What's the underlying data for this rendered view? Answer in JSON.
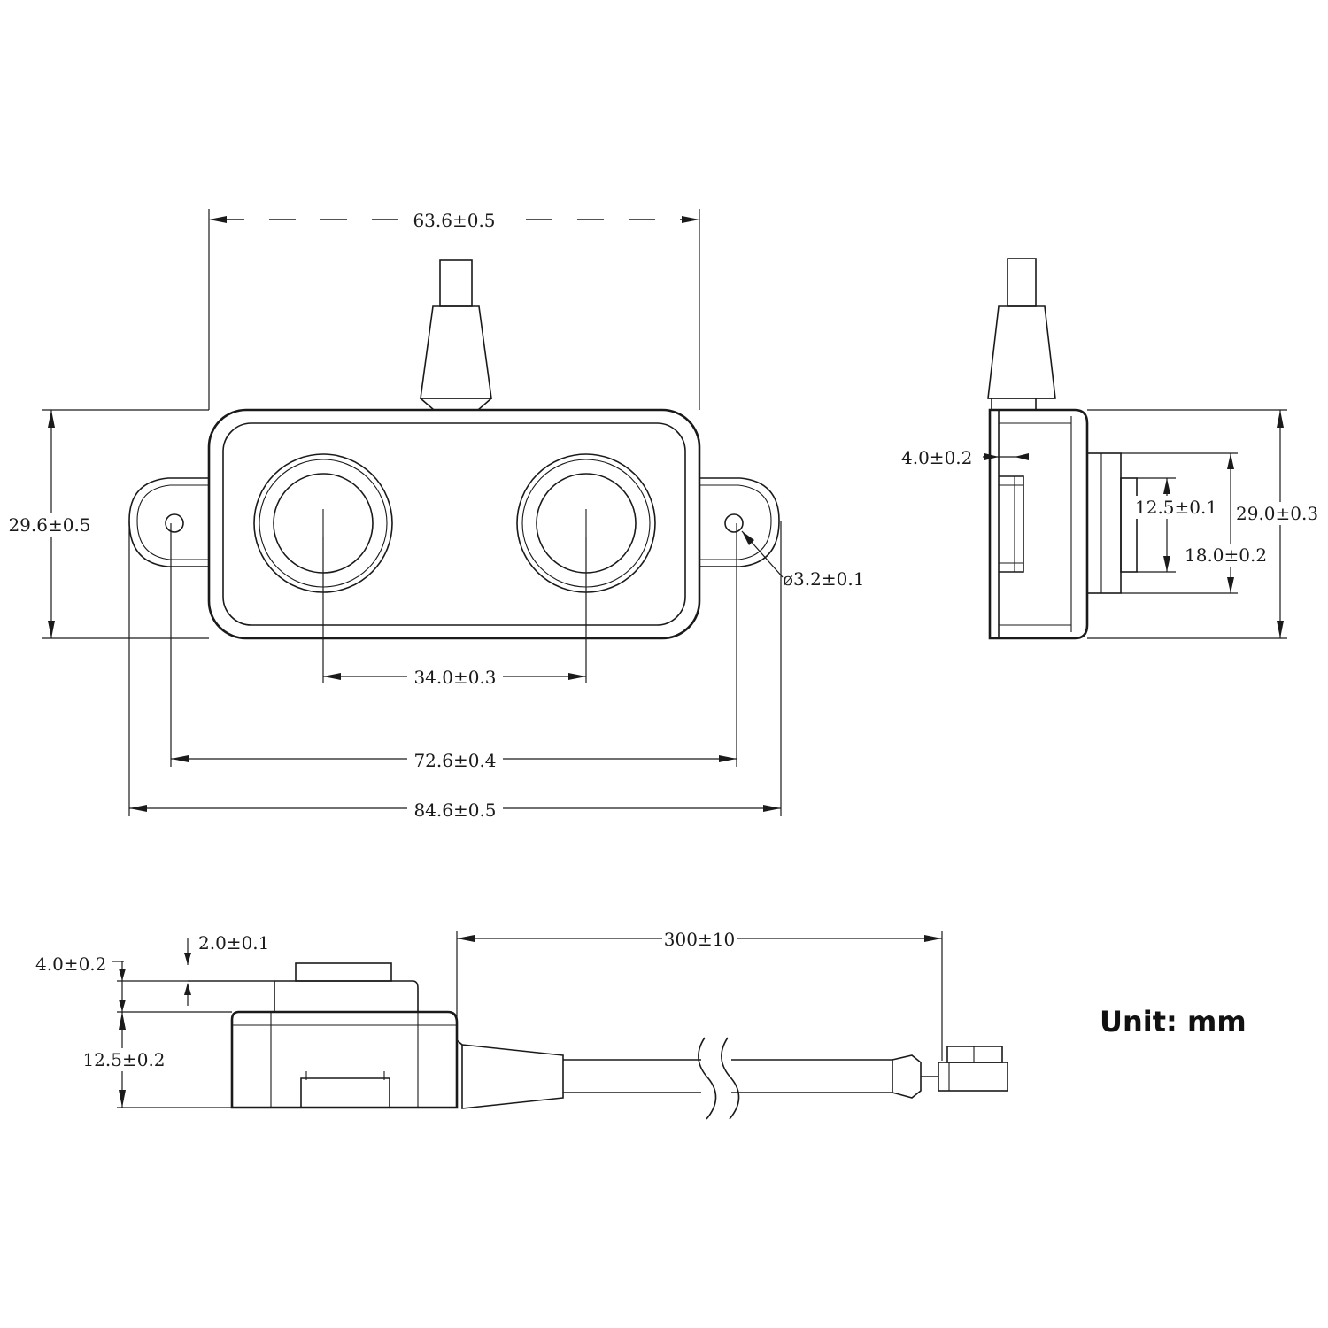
{
  "front_view": {
    "width_body": "63.6±0.5",
    "height_body": "29.6±0.5",
    "hole_diameter": "ø3.2±0.1",
    "transducer_spacing": "34.0±0.3",
    "mount_hole_spacing": "72.6±0.4",
    "overall_width": "84.6±0.5"
  },
  "side_view": {
    "flange_depth": "4.0±0.2",
    "face_inner": "12.5±0.1",
    "face_outer": "18.0±0.2",
    "overall_height": "29.0±0.3"
  },
  "bottom_view": {
    "step_top": "2.0±0.1",
    "boss_height": "4.0±0.2",
    "body_height": "12.5±0.2",
    "cable_length": "300±10"
  },
  "unit_label": "Unit: mm"
}
